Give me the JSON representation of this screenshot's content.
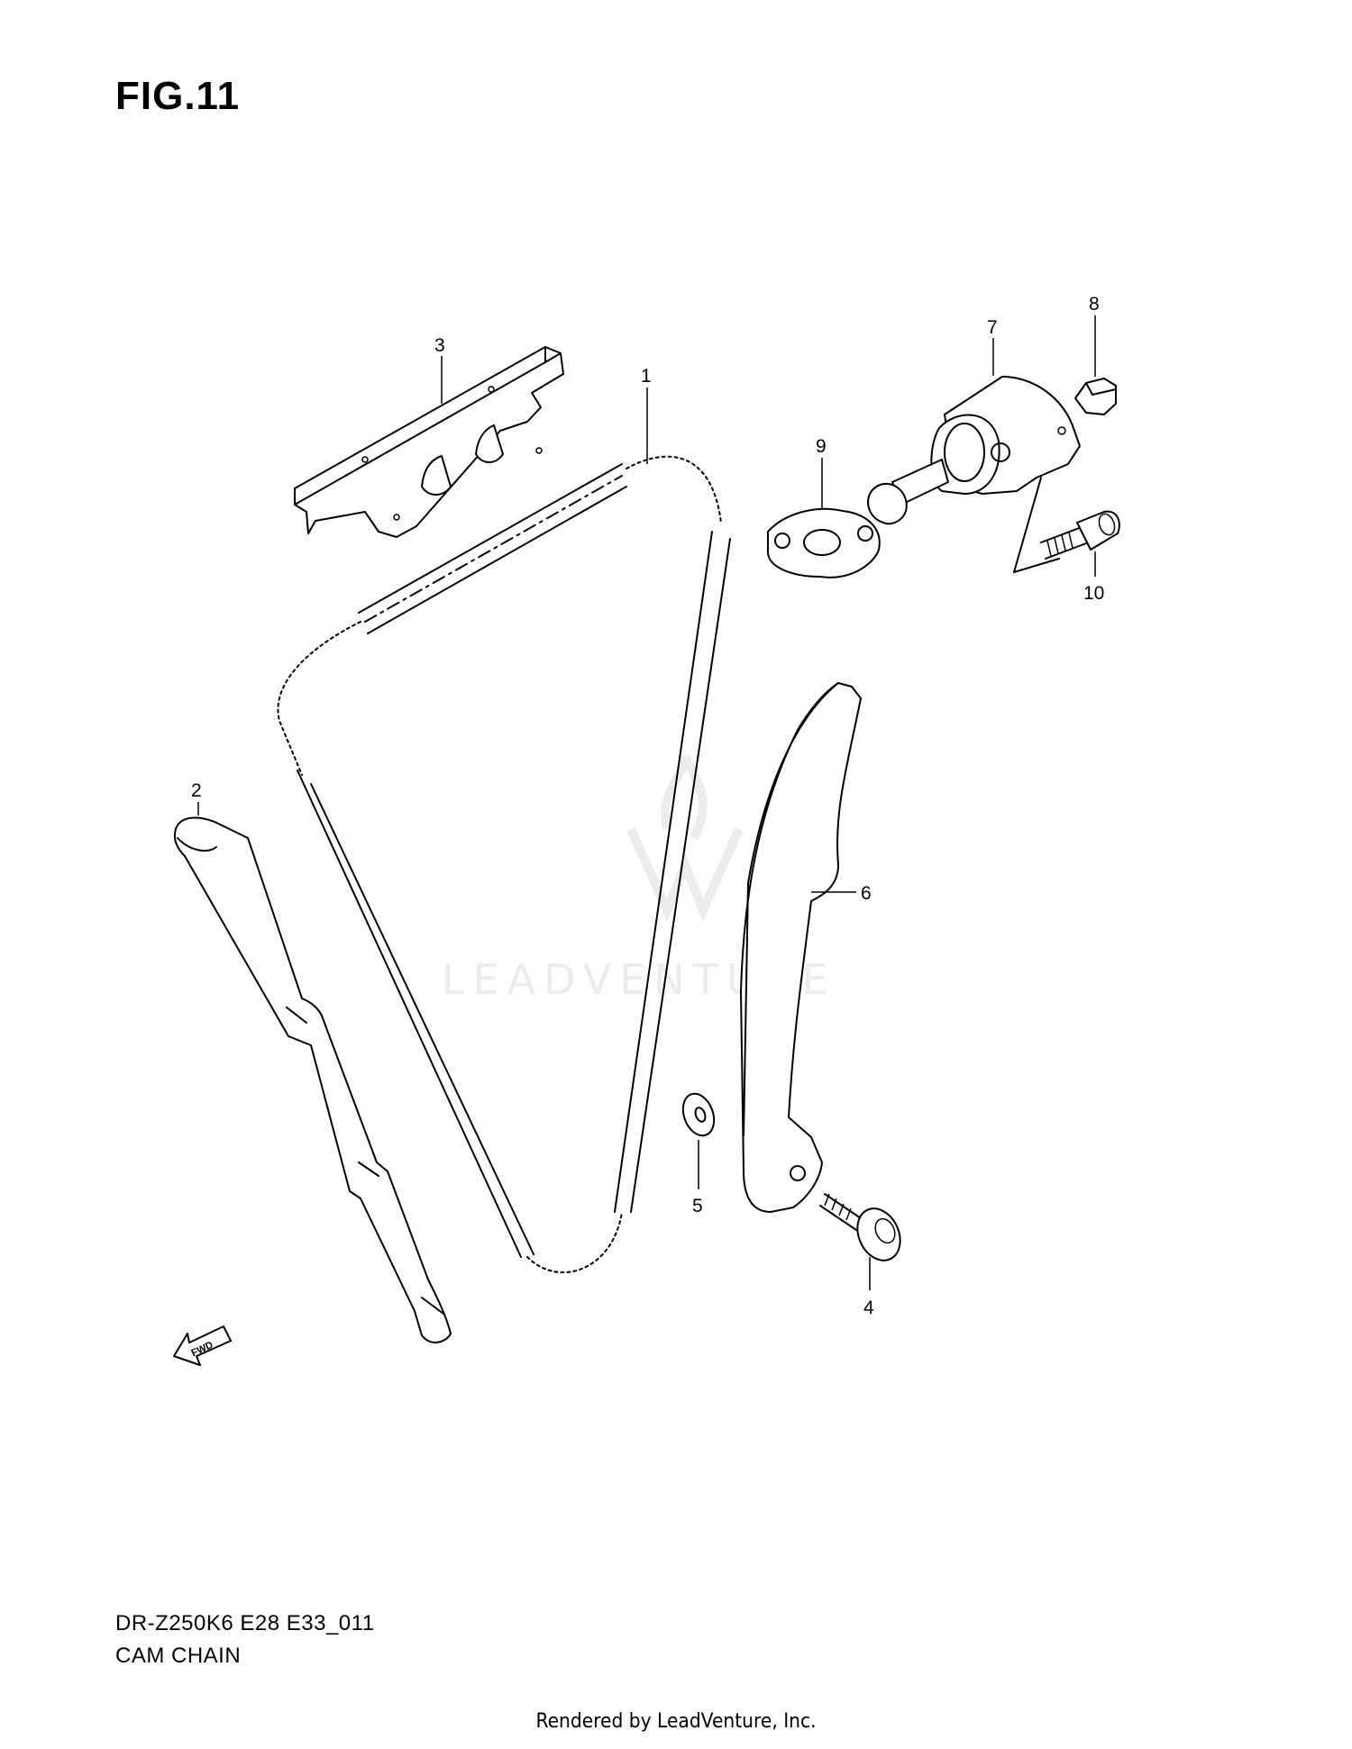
{
  "figure": {
    "title": "FIG.11",
    "model_code": "DR-Z250K6 E28 E33_011",
    "section_name": "CAM CHAIN"
  },
  "watermark": {
    "text": "LEADVENTURE"
  },
  "footer": {
    "text": "Rendered by LeadVenture, Inc."
  },
  "callouts": [
    {
      "number": "1",
      "part": "cam chain"
    },
    {
      "number": "2",
      "part": "cam chain guide (front)"
    },
    {
      "number": "3",
      "part": "upper cam chain guide"
    },
    {
      "number": "4",
      "part": "guide bolt"
    },
    {
      "number": "5",
      "part": "washer"
    },
    {
      "number": "6",
      "part": "cam chain tensioner guide"
    },
    {
      "number": "7",
      "part": "cam chain tensioner"
    },
    {
      "number": "8",
      "part": "tensioner cap plug"
    },
    {
      "number": "9",
      "part": "tensioner gasket"
    },
    {
      "number": "10",
      "part": "tensioner bolt"
    }
  ],
  "direction_arrow": {
    "label": "FWD"
  }
}
